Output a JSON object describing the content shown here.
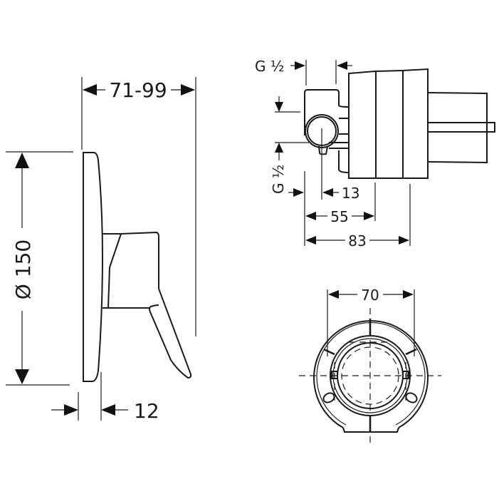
{
  "drawing": {
    "side_view": {
      "width_range": "71-99",
      "diameter": "Ø 150",
      "plate_offset": "12"
    },
    "body_side_view": {
      "thread_top": "G ½",
      "thread_bottom": "G ½",
      "dim_13": "13",
      "dim_55": "55",
      "dim_83": "83"
    },
    "front_view": {
      "diameter": "70"
    }
  },
  "colors": {
    "line": "#1a1a1a",
    "background": "#ffffff"
  }
}
